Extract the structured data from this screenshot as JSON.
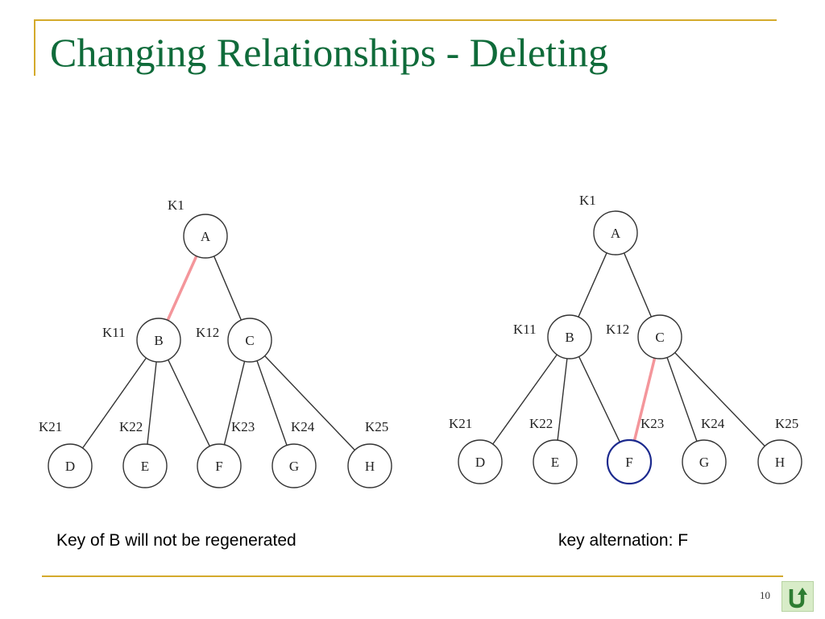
{
  "slide": {
    "title": "Changing Relationships - Deleting",
    "page_number": "10"
  },
  "colors": {
    "title": "#0f6b3a",
    "rule": "#d4aa2c",
    "edge": "#333333",
    "removed_edge": "#f4969b",
    "highlight_node": "#1c2a8e",
    "return_button": "#2e7d32"
  },
  "diagrams": [
    {
      "caption": "Key of B will not be regenerated",
      "nodes": [
        {
          "id": "A",
          "label": "A",
          "key": "K1"
        },
        {
          "id": "B",
          "label": "B",
          "key": "K11"
        },
        {
          "id": "C",
          "label": "C",
          "key": "K12"
        },
        {
          "id": "D",
          "label": "D",
          "key": "K21"
        },
        {
          "id": "E",
          "label": "E",
          "key": "K22"
        },
        {
          "id": "F",
          "label": "F",
          "key": "K23"
        },
        {
          "id": "G",
          "label": "G",
          "key": "K24"
        },
        {
          "id": "H",
          "label": "H",
          "key": "K25"
        }
      ],
      "edges": [
        {
          "from": "A",
          "to": "B",
          "removed": true
        },
        {
          "from": "A",
          "to": "C",
          "removed": false
        },
        {
          "from": "B",
          "to": "D",
          "removed": false
        },
        {
          "from": "B",
          "to": "E",
          "removed": false
        },
        {
          "from": "B",
          "to": "F",
          "removed": false
        },
        {
          "from": "C",
          "to": "F",
          "removed": false
        },
        {
          "from": "C",
          "to": "G",
          "removed": false
        },
        {
          "from": "C",
          "to": "H",
          "removed": false
        }
      ],
      "highlighted_node": null
    },
    {
      "caption": "key alternation: F",
      "nodes": [
        {
          "id": "A",
          "label": "A",
          "key": "K1"
        },
        {
          "id": "B",
          "label": "B",
          "key": "K11"
        },
        {
          "id": "C",
          "label": "C",
          "key": "K12"
        },
        {
          "id": "D",
          "label": "D",
          "key": "K21"
        },
        {
          "id": "E",
          "label": "E",
          "key": "K22"
        },
        {
          "id": "F",
          "label": "F",
          "key": "K23"
        },
        {
          "id": "G",
          "label": "G",
          "key": "K24"
        },
        {
          "id": "H",
          "label": "H",
          "key": "K25"
        }
      ],
      "edges": [
        {
          "from": "A",
          "to": "B",
          "removed": false
        },
        {
          "from": "A",
          "to": "C",
          "removed": false
        },
        {
          "from": "B",
          "to": "D",
          "removed": false
        },
        {
          "from": "B",
          "to": "E",
          "removed": false
        },
        {
          "from": "B",
          "to": "F",
          "removed": false
        },
        {
          "from": "C",
          "to": "F",
          "removed": true
        },
        {
          "from": "C",
          "to": "G",
          "removed": false
        },
        {
          "from": "C",
          "to": "H",
          "removed": false
        }
      ],
      "highlighted_node": "F"
    }
  ],
  "return_button": {
    "icon": "return-arrow-icon"
  }
}
